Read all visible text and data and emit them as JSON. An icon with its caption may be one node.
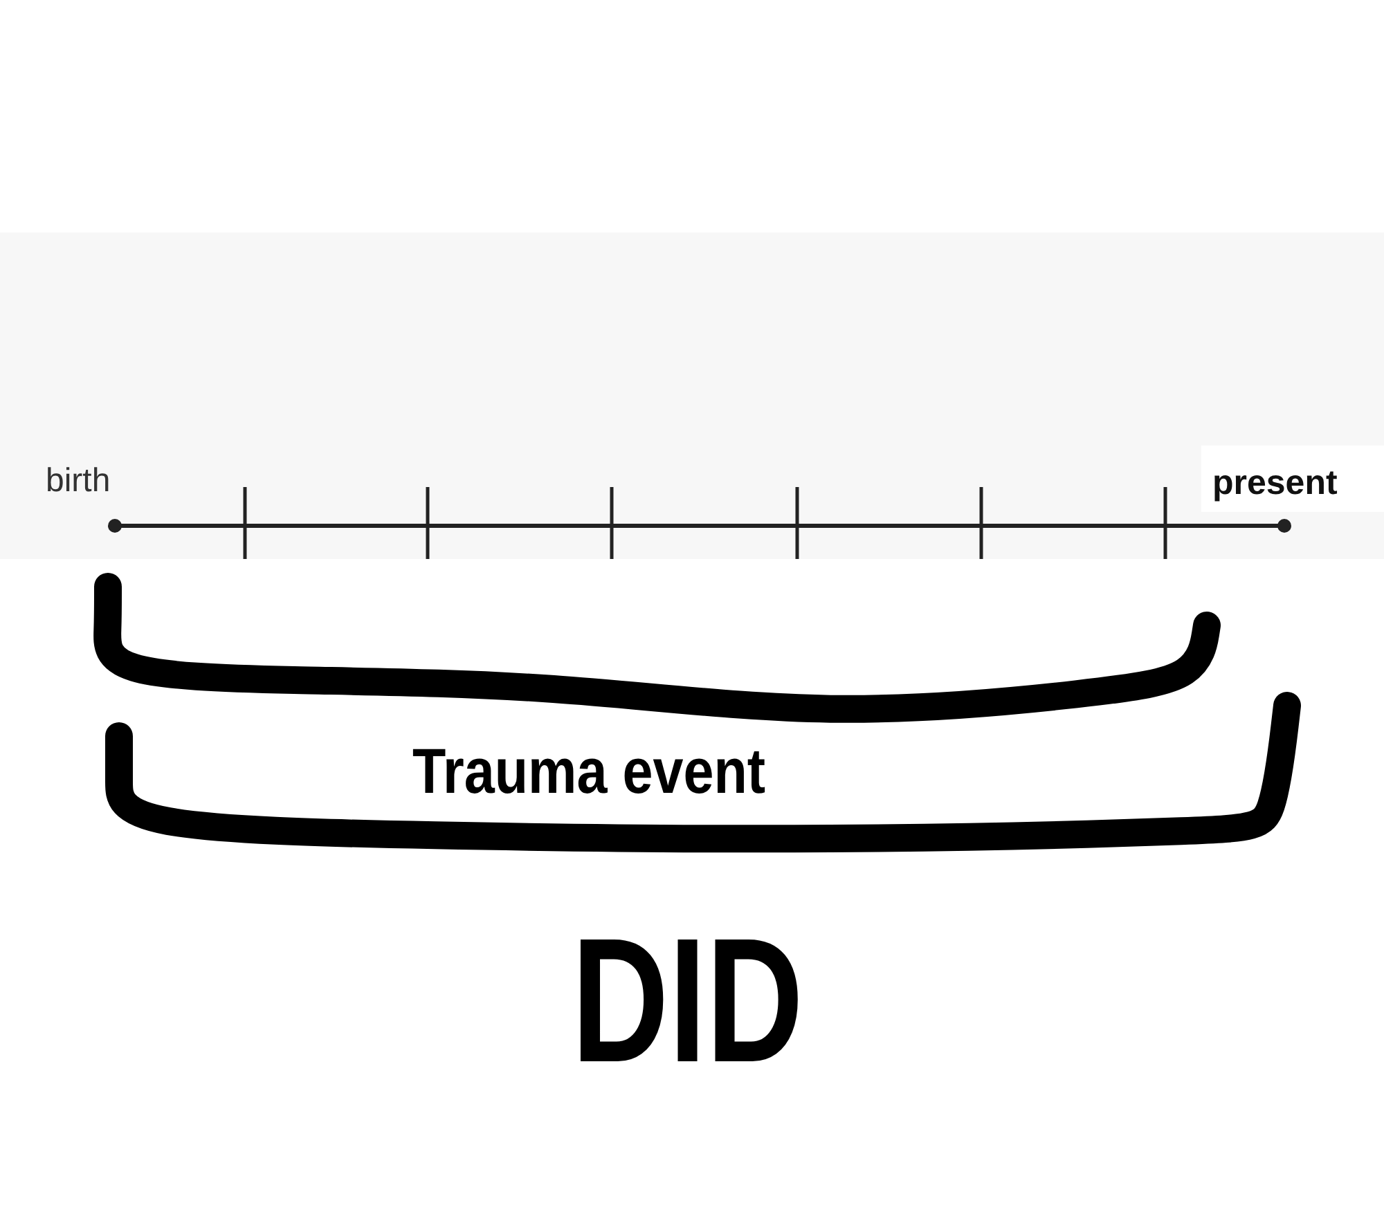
{
  "diagram": {
    "labels": [
      "birth",
      "present",
      "Trauma event",
      "DID"
    ]
  }
}
